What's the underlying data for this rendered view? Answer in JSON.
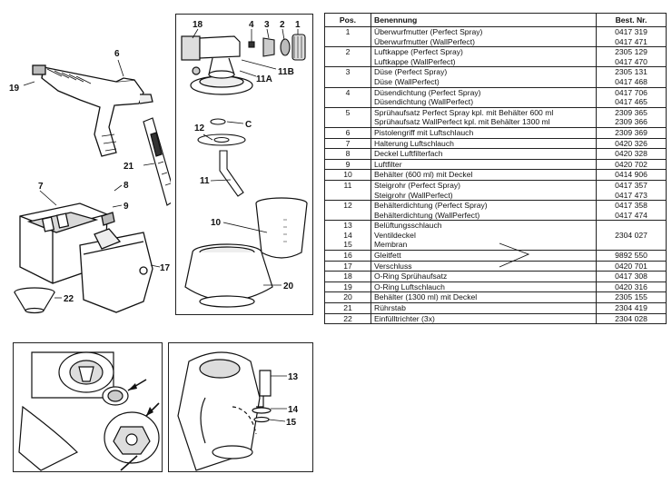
{
  "table": {
    "headers": {
      "pos": "Pos.",
      "name": "Benennung",
      "nr": "Best. Nr."
    },
    "rows": [
      {
        "pos": "1",
        "name": "Überwurfmutter (Perfect Spray)",
        "nr": "0417 319",
        "start": true
      },
      {
        "pos": "",
        "name": "Überwurfmutter (WallPerfect)",
        "nr": "0417 471"
      },
      {
        "pos": "2",
        "name": "Luftkappe (Perfect Spray)",
        "nr": "2305 129",
        "start": true
      },
      {
        "pos": "",
        "name": "Luftkappe (WallPerfect)",
        "nr": "0417 470"
      },
      {
        "pos": "3",
        "name": "Düse (Perfect Spray)",
        "nr": "2305 131",
        "start": true
      },
      {
        "pos": "",
        "name": "Düse (WallPerfect)",
        "nr": "0417 468"
      },
      {
        "pos": "4",
        "name": "Düsendichtung (Perfect Spray)",
        "nr": "0417 706",
        "start": true
      },
      {
        "pos": "",
        "name": "Düsendichtung (WallPerfect)",
        "nr": "0417 465"
      },
      {
        "pos": "5",
        "name": "Sprühaufsatz Perfect Spray kpl. mit Behälter 600 ml",
        "nr": "2309 365",
        "start": true
      },
      {
        "pos": "",
        "name": "Sprühaufsatz WallPerfect kpl. mit Behälter 1300 ml",
        "nr": "2309 366"
      },
      {
        "pos": "6",
        "name": "Pistolengriff mit Luftschlauch",
        "nr": "2309 369",
        "start": true
      },
      {
        "pos": "7",
        "name": "Halterung Luftschlauch",
        "nr": "0420 326",
        "start": true
      },
      {
        "pos": "8",
        "name": "Deckel Luftfilterfach",
        "nr": "0420 328",
        "start": true
      },
      {
        "pos": "9",
        "name": "Luftfilter",
        "nr": "0420 702",
        "start": true
      },
      {
        "pos": "10",
        "name": "Behälter (600 ml) mit Deckel",
        "nr": "0414 906",
        "start": true
      },
      {
        "pos": "11",
        "name": "Steigrohr (Perfect Spray)",
        "nr": "0417 357",
        "start": true
      },
      {
        "pos": "",
        "name": "Steigrohr (WallPerfect)",
        "nr": "0417 473"
      },
      {
        "pos": "12",
        "name": "Behälterdichtung (Perfect Spray)",
        "nr": "0417 358",
        "start": true
      },
      {
        "pos": "",
        "name": "Behälterdichtung (WallPerfect)",
        "nr": "0417 474"
      },
      {
        "pos": "13",
        "name": "Belüftungsschlauch",
        "nr": "",
        "start": true
      },
      {
        "pos": "14",
        "name": "Ventildeckel",
        "nr": "2304 027"
      },
      {
        "pos": "15",
        "name": "Membran",
        "nr": ""
      },
      {
        "pos": "16",
        "name": "Gleitfett",
        "nr": "9892 550",
        "start": true
      },
      {
        "pos": "17",
        "name": "Verschluss",
        "nr": "0420 701",
        "start": true
      },
      {
        "pos": "18",
        "name": "O-Ring Sprühaufsatz",
        "nr": "0417 308",
        "start": true
      },
      {
        "pos": "19",
        "name": "O-Ring Luftschlauch",
        "nr": "0420 316",
        "start": true
      },
      {
        "pos": "20",
        "name": "Behälter (1300 ml) mit Deckel",
        "nr": "2305 155",
        "start": true
      },
      {
        "pos": "21",
        "name": "Rührstab",
        "nr": "2304 419",
        "start": true
      },
      {
        "pos": "22",
        "name": "Einfülltrichter (3x)",
        "nr": "2304 028",
        "start": true,
        "last": true
      }
    ]
  },
  "callouts": {
    "gun": [
      "19",
      "6"
    ],
    "rod": "21",
    "case": [
      "7",
      "8",
      "9",
      "17",
      "22"
    ],
    "nozzle": [
      "18",
      "4",
      "3",
      "2",
      "1",
      "11A",
      "11B"
    ],
    "container": [
      "12",
      "C",
      "11",
      "10",
      "20"
    ],
    "valve": [
      "13",
      "14",
      "15"
    ]
  }
}
